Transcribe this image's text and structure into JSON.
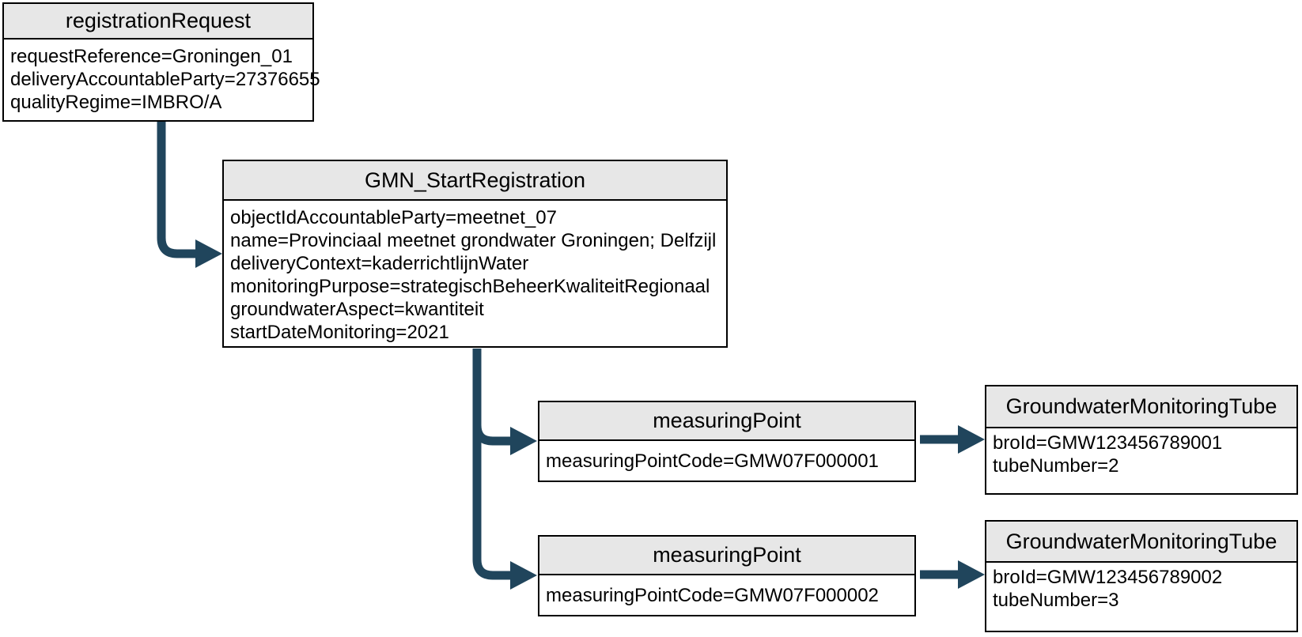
{
  "colors": {
    "arrow": "#20455c",
    "header_fill": "#e7e7e7",
    "border": "#000000",
    "background": "#ffffff"
  },
  "nodes": {
    "registration_request": {
      "title": "registrationRequest",
      "fields": [
        "requestReference=Groningen_01",
        "deliveryAccountableParty=27376655",
        "qualityRegime=IMBRO/A"
      ]
    },
    "gmn_start_registration": {
      "title": "GMN_StartRegistration",
      "fields": [
        "objectIdAccountableParty=meetnet_07",
        "name=Provinciaal meetnet grondwater Groningen; Delfzijl",
        "deliveryContext=kaderrichtlijnWater",
        "monitoringPurpose=strategischBeheerKwaliteitRegionaal",
        "groundwaterAspect=kwantiteit",
        "startDateMonitoring=2021"
      ]
    },
    "measuring_point_1": {
      "title": "measuringPoint",
      "fields": [
        "measuringPointCode=GMW07F000001"
      ]
    },
    "groundwater_monitoring_tube_1": {
      "title": "GroundwaterMonitoringTube",
      "fields": [
        "broId=GMW123456789001",
        "tubeNumber=2"
      ]
    },
    "measuring_point_2": {
      "title": "measuringPoint",
      "fields": [
        "measuringPointCode=GMW07F000002"
      ]
    },
    "groundwater_monitoring_tube_2": {
      "title": "GroundwaterMonitoringTube",
      "fields": [
        "broId=GMW123456789002",
        "tubeNumber=3"
      ]
    }
  },
  "connections": [
    {
      "from": "registration_request",
      "to": "gmn_start_registration"
    },
    {
      "from": "gmn_start_registration",
      "to": "measuring_point_1"
    },
    {
      "from": "gmn_start_registration",
      "to": "measuring_point_2"
    },
    {
      "from": "measuring_point_1",
      "to": "groundwater_monitoring_tube_1"
    },
    {
      "from": "measuring_point_2",
      "to": "groundwater_monitoring_tube_2"
    }
  ]
}
